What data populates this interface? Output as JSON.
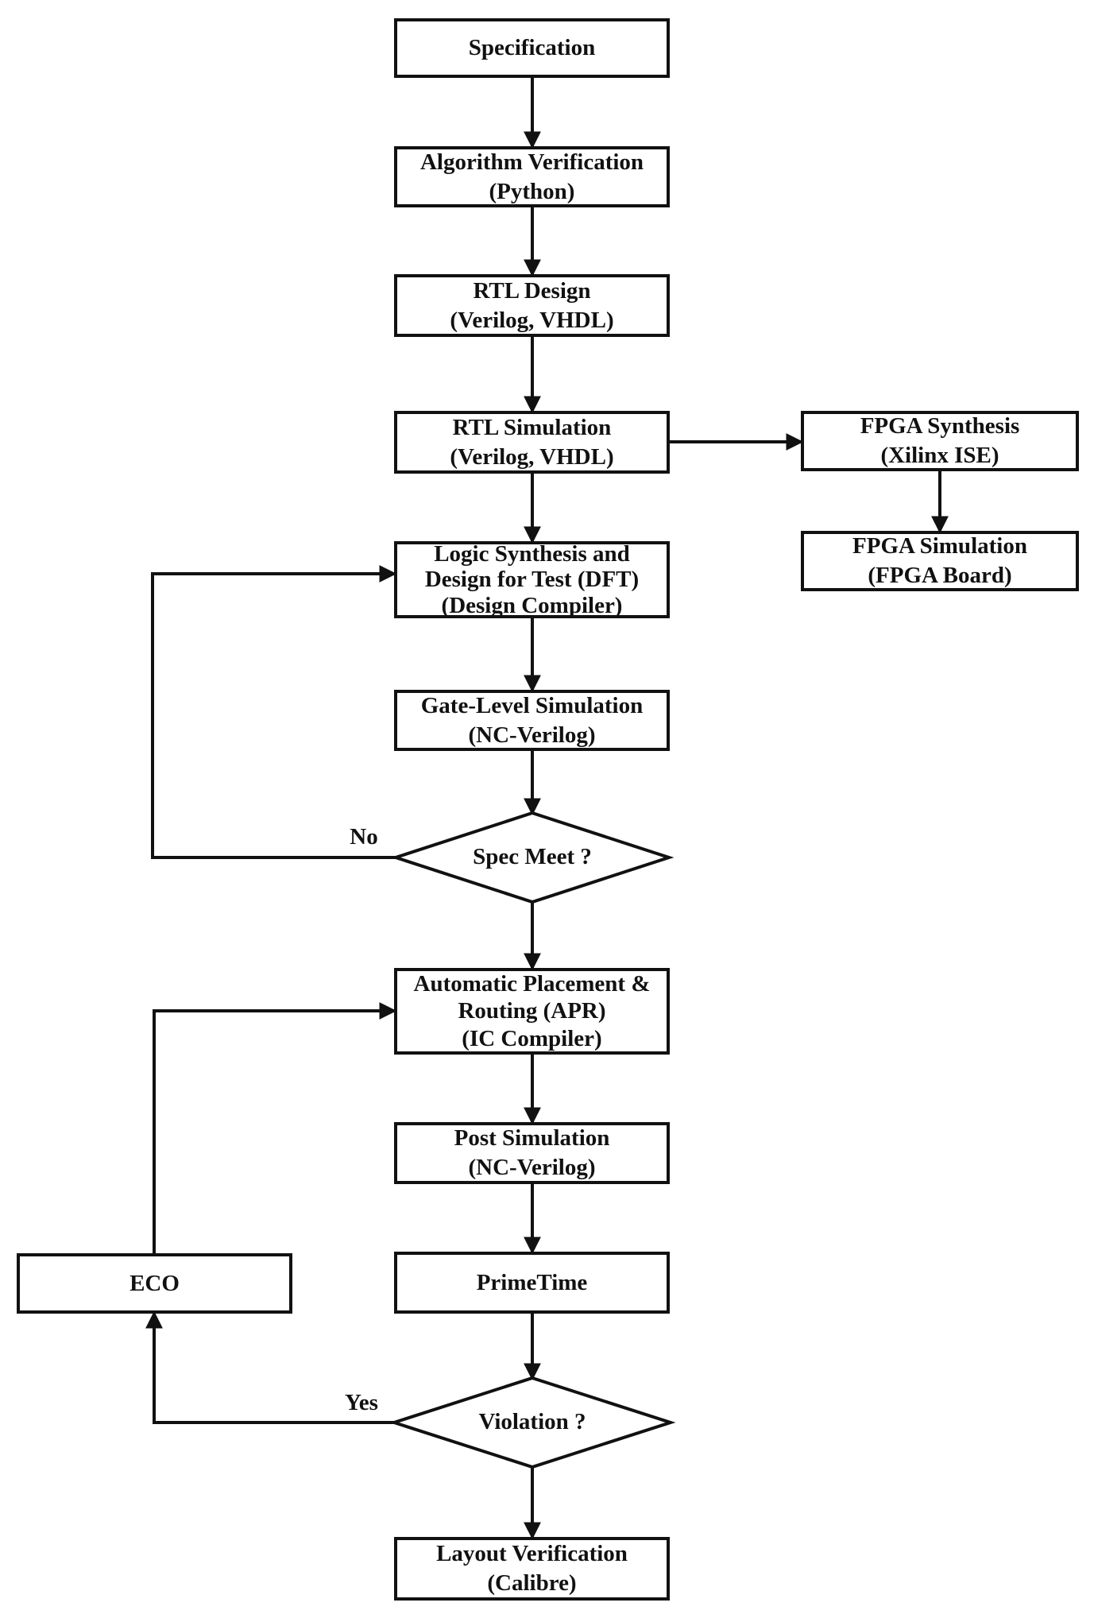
{
  "nodes": {
    "specification": {
      "label": "Specification"
    },
    "algorithm_verification": {
      "line1": "Algorithm Verification",
      "line2": "(Python)"
    },
    "rtl_design": {
      "line1": "RTL Design",
      "line2": "(Verilog, VHDL)"
    },
    "rtl_simulation": {
      "line1": "RTL Simulation",
      "line2": "(Verilog, VHDL)"
    },
    "fpga_synthesis": {
      "line1": "FPGA Synthesis",
      "line2": "(Xilinx ISE)"
    },
    "fpga_simulation": {
      "line1": "FPGA Simulation",
      "line2": "(FPGA Board)"
    },
    "logic_synthesis": {
      "line1": "Logic Synthesis and",
      "line2": "Design for Test (DFT)",
      "line3": "(Design Compiler)"
    },
    "gate_level_simulation": {
      "line1": "Gate-Level Simulation",
      "line2": "(NC-Verilog)"
    },
    "spec_meet_decision": {
      "label": "Spec Meet ?"
    },
    "apr": {
      "line1": "Automatic Placement &",
      "line2": "Routing (APR)",
      "line3": "(IC Compiler)"
    },
    "post_simulation": {
      "line1": "Post Simulation",
      "line2": "(NC-Verilog)"
    },
    "primetime": {
      "label": "PrimeTime"
    },
    "eco": {
      "label": "ECO"
    },
    "violation_decision": {
      "label": "Violation ?"
    },
    "layout_verification": {
      "line1": "Layout Verification",
      "line2": "(Calibre)"
    }
  },
  "edge_labels": {
    "spec_meet_no": "No",
    "violation_yes": "Yes"
  },
  "colors": {
    "line": "#111111",
    "background": "#ffffff",
    "text": "#111111"
  }
}
